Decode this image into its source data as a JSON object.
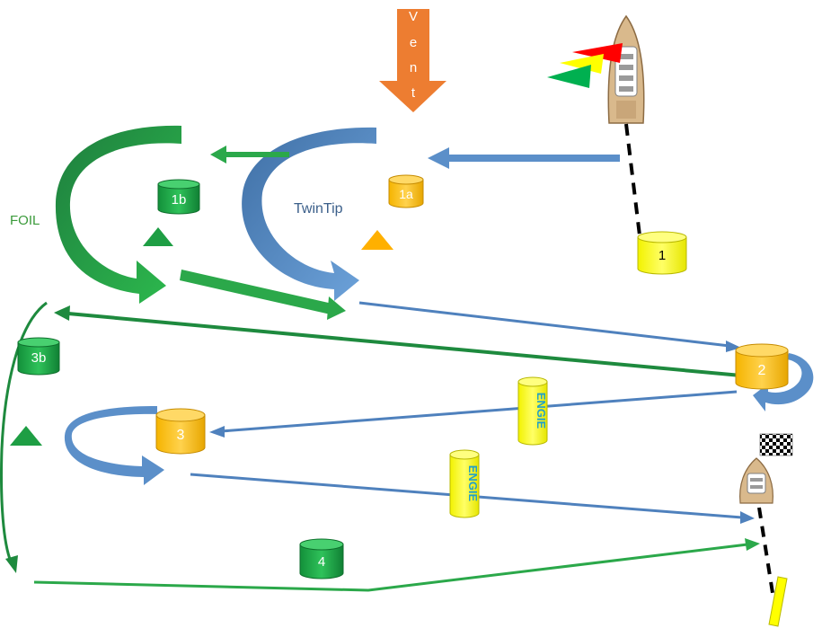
{
  "wind": {
    "letters": [
      "V",
      "e",
      "n",
      "t"
    ],
    "color": "#ED7D31"
  },
  "labels": {
    "foil": "FOIL",
    "twintip": "TwinTip"
  },
  "buoys": {
    "b1": "1",
    "b1a": "1a",
    "b1b": "1b",
    "b2": "2",
    "b3": "3",
    "b3b": "3b",
    "b4": "4"
  },
  "sponsor_buoys": {
    "text": "ENGIE"
  },
  "colors": {
    "foil_green": "#2BA84A",
    "dark_green": "#1E8A3E",
    "twintip_blue": "#5B8FC9",
    "orange_buoy": "#FFC000",
    "yellow_buoy": "#FFFF00",
    "flag_red": "#FF0000",
    "flag_yellow": "#FFFF00",
    "flag_green": "#00B050"
  },
  "icons": {
    "committee_boat": "boat-icon",
    "finish_boat": "boat-icon",
    "finish_flag": "checkered-flag-icon",
    "triangle_marks": "triangle-icon"
  }
}
